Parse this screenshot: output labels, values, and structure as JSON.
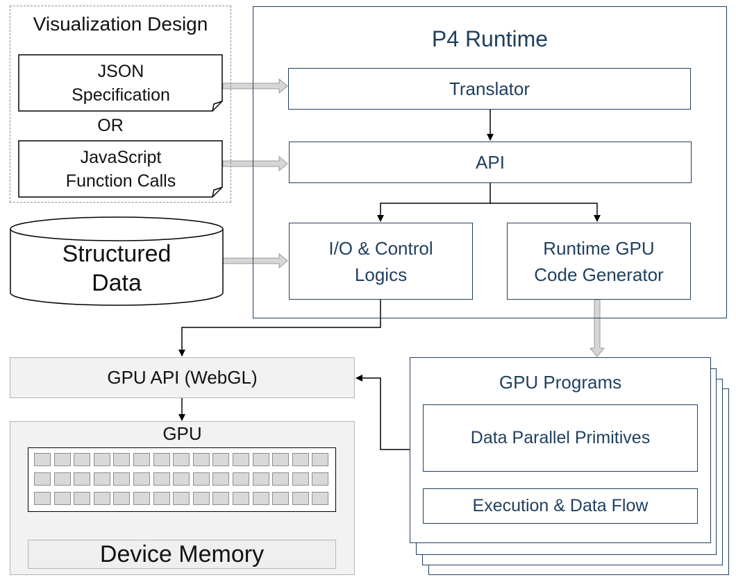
{
  "visualization_design": {
    "title": "Visualization Design",
    "json_spec": [
      "JSON",
      "Specification"
    ],
    "or_label": "OR",
    "js_calls": [
      "JavaScript",
      "Function Calls"
    ]
  },
  "structured_data": [
    "Structured",
    "Data"
  ],
  "p4_runtime": {
    "title": "P4 Runtime",
    "translator": "Translator",
    "api": "API",
    "io_control": [
      "I/O & Control",
      "Logics"
    ],
    "codegen": [
      "Runtime GPU",
      "Code Generator"
    ]
  },
  "gpu_api": "GPU API (WebGL)",
  "gpu": {
    "title": "GPU",
    "device_memory": "Device Memory"
  },
  "gpu_programs": {
    "title": "GPU Programs",
    "data_parallel": "Data Parallel Primitives",
    "execution": "Execution & Data Flow"
  },
  "colors": {
    "navy": "#1f3f5e",
    "gray_fill": "#f2f2f2",
    "arrow_fill": "#d6d6d6"
  }
}
